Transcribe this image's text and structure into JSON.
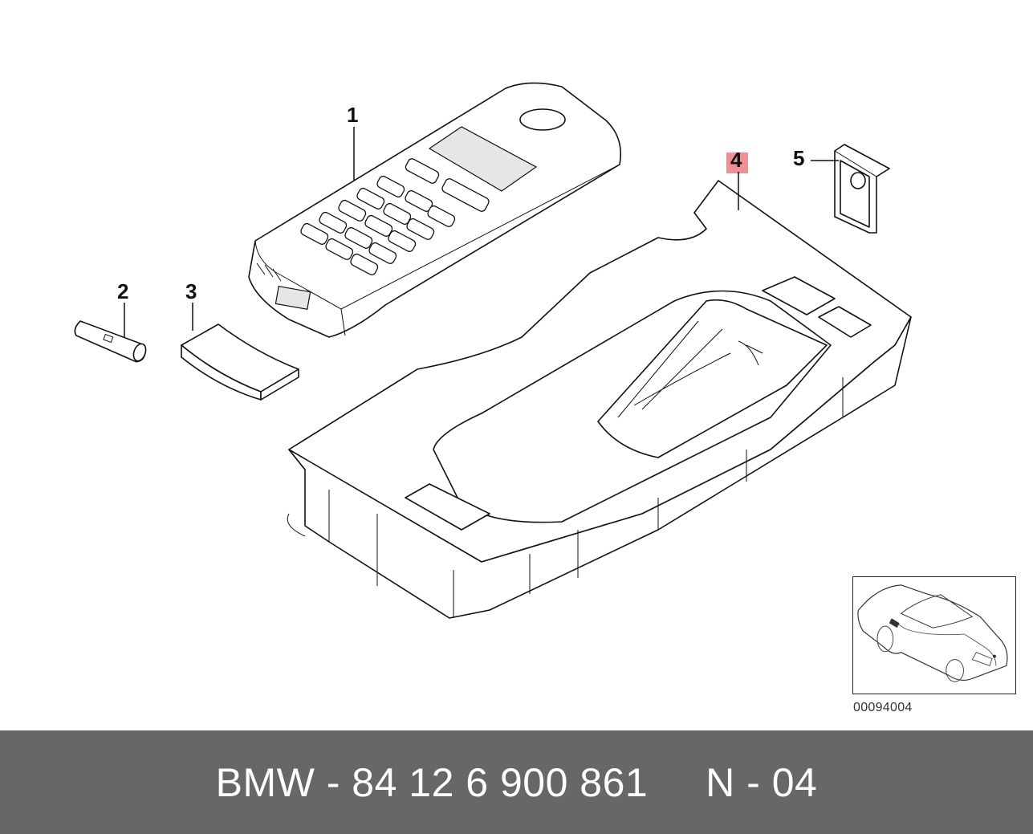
{
  "callouts": {
    "part1": "1",
    "part2": "2",
    "part3": "3",
    "part4": "4",
    "part5": "5"
  },
  "diagram_number": "00094004",
  "footer": {
    "text": "BMW - 84 12 6 900 861     N - 04"
  },
  "colors": {
    "highlight": "#ee8f98",
    "footer_bg": "#676767",
    "footer_text": "#ffffff"
  },
  "icons": {
    "handset": "phone-handset-icon",
    "pin": "contact-pin-icon",
    "pad": "curved-pad-icon",
    "cradle": "cradle-tray-icon",
    "cover": "cover-plate-icon",
    "car": "car-outline-icon"
  }
}
